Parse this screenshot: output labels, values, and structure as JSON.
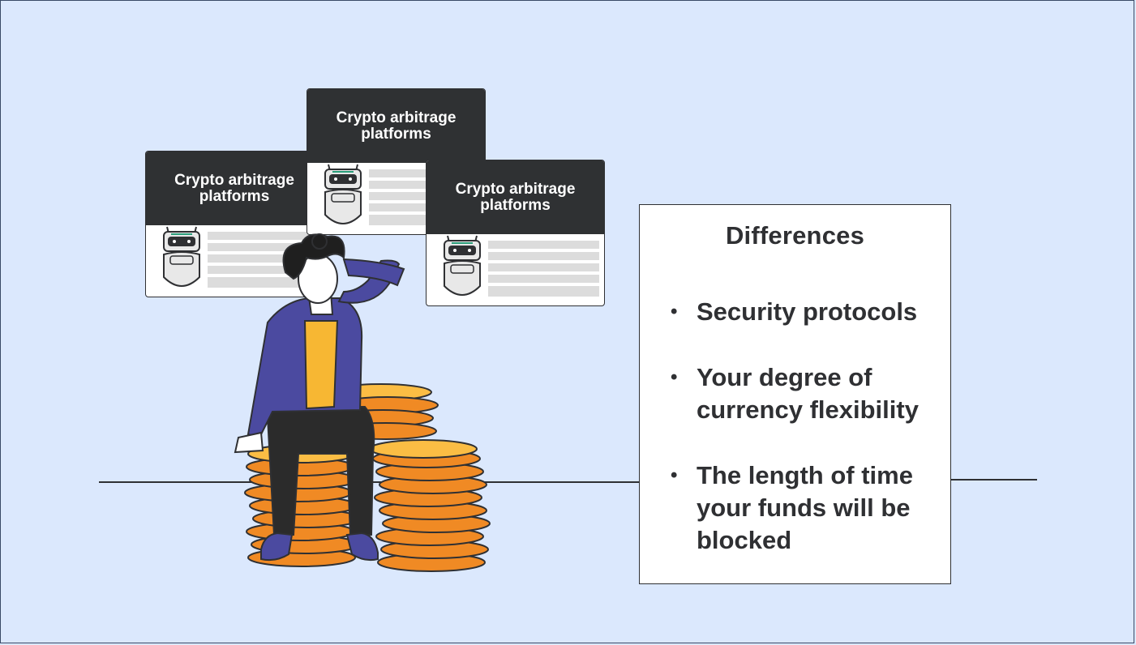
{
  "cards": [
    {
      "title": "Crypto arbitrage platforms"
    },
    {
      "title": "Crypto arbitrage platforms"
    },
    {
      "title": "Crypto arbitrage platforms"
    }
  ],
  "panel": {
    "title": "Differences",
    "items": [
      "Security protocols",
      "Your degree of currency flexibility",
      "The length of time your funds will be blocked"
    ]
  },
  "colors": {
    "background": "#dbe8fd",
    "card_header": "#2f3133",
    "coin": "#f08a24",
    "coin_highlight": "#fbbd44",
    "jacket": "#4b4aa0",
    "shirt": "#f7b733"
  }
}
